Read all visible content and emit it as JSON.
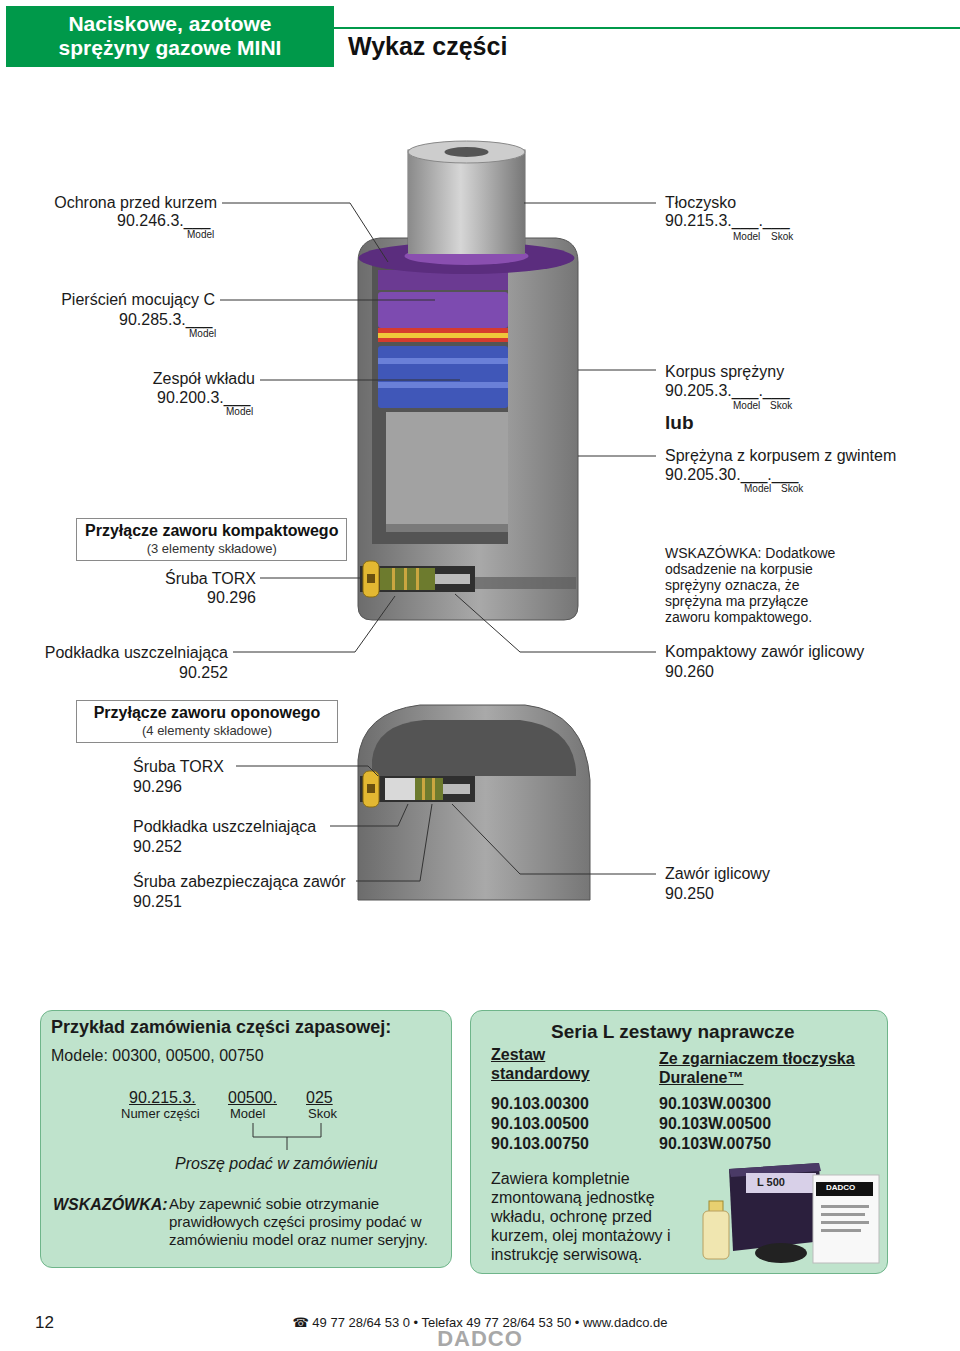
{
  "diagram": {
    "title": "Wykaz części",
    "nodes": [
      {
        "text": [
          "Naciskowe, azotowe sprężyny gazowe MINI"
        ]
      },
      {
        "text": [
          "Przyłącze zaworu kompaktowego",
          "(3 elementy składowe)"
        ]
      },
      {
        "text": [
          "Przyłącze zaworu oponowego",
          "(4 elementy składowe)"
        ]
      },
      {
        "text": [
          "Przykład zamówienia części zapasowej:",
          "Modele: 00300, 00500, 00750",
          "90.215.3.",
          "Numer części",
          "00500.",
          "Model",
          "025",
          "Skok",
          "Proszę podać w zamówieniu",
          "WSKAZÓWKA:",
          "Aby zapewnić sobie otrzymanie prawidłowych części prosimy podać w zamówieniu model oraz numer seryjny."
        ]
      },
      {
        "text": [
          "Seria L zestawy naprawcze",
          "Zestaw standardowy",
          "Ze zgarniaczem tłoczyska Duralene™",
          "90.103.00300",
          "90.103.00500",
          "90.103.00750",
          "90.103W.00300",
          "90.103W.00500",
          "90.103W.00750",
          "Zawiera kompletnie zmontowaną jednostkę wkładu, ochronę przed kurzem, olej montażowy i instrukcję serwisową."
        ]
      }
    ],
    "labels": [
      "Ochrona przed kurzem",
      "90.246.3.___",
      "Model",
      "Tłoczysko",
      "90.215.3.___.___",
      "Model",
      "Skok",
      "Pierścień mocujący C",
      "90.285.3.___",
      "Model",
      "Zespół wkładu",
      "90.200.3.___",
      "Model",
      "Korpus sprężyny",
      "90.205.3.___.___",
      "Model",
      "Skok",
      "lub",
      "Sprężyna z korpusem z gwintem",
      "90.205.30.___.___",
      "Model",
      "Skok",
      "Śruba TORX",
      "90.296",
      "WSKAZÓWKA: Dodatkowe odsadzenie na korpusie sprężyny oznacza, że sprężyna ma przyłącze zaworu kompaktowego.",
      "Podkładka uszczelniająca",
      "90.252",
      "Kompaktowy zawór iglicowy",
      "90.260",
      "Śruba TORX",
      "90.296",
      "Podkładka uszczelniająca",
      "90.252",
      "Śruba zabezpieczająca zawór",
      "90.251",
      "Zawór iglicowy",
      "90.250",
      "L 500",
      "DADCO",
      "12",
      "☎ 49 77 28/64 53 0 • Telefax 49 77 28/64 53 50 • www.dadco.de",
      "DADCO"
    ]
  }
}
